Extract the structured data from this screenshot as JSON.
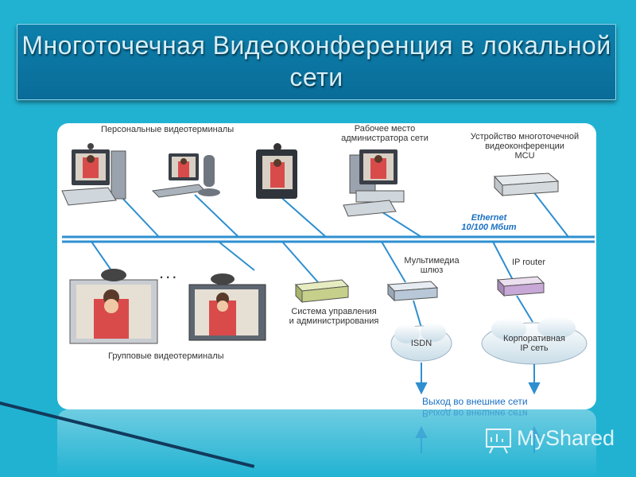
{
  "title": "Многоточечная Видеоконференция в локальной сети",
  "labels": {
    "personal": "Персональные  видеотерминалы",
    "admin_line1": "Рабочее место",
    "admin_line2": "администратора сети",
    "mcu_line1": "Устройство многоточечной",
    "mcu_line2": "видеоконференции",
    "mcu_line3": "MCU",
    "ethernet_line1": "Ethernet",
    "ethernet_line2": "10/100 Мбит",
    "gateway_line1": "Мультимедиа",
    "gateway_line2": "шлюз",
    "router": "IP router",
    "mgmt_line1": "Система управления",
    "mgmt_line2": "и администрирования",
    "group": "Групповые видеотерминалы",
    "isdn": "ISDN",
    "corp_line1": "Корпоративная",
    "corp_line2": "IP сеть",
    "ellipsis": "...",
    "external": "Выход во внешние сети"
  },
  "watermark": "MyShared",
  "colors": {
    "background": "#21b2d2",
    "title_bar": "#0a6c98",
    "network_line": "#2e8fd0",
    "ethernet_text": "#1a70c4"
  }
}
